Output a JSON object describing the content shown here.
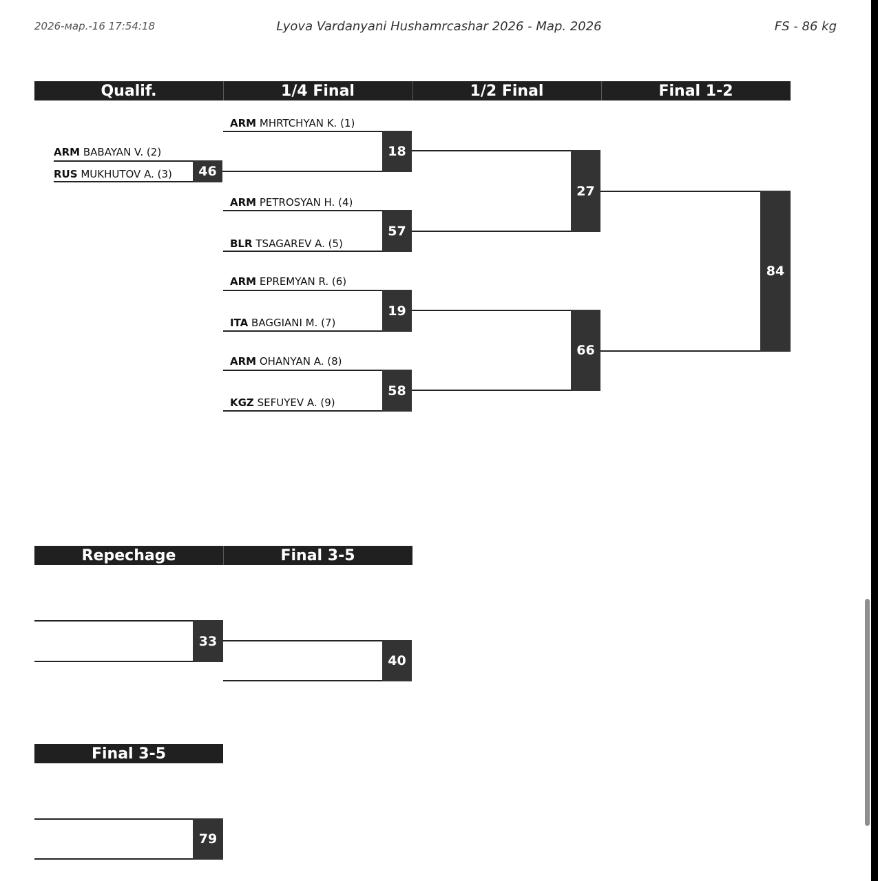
{
  "header": {
    "date": "2026-мар.-16 17:54:18",
    "title": "Lyova Vardanyani Hushamrcashar 2026 - Мар. 2026",
    "weight": "FS - 86 kg"
  },
  "main_columns": [
    "Qualif.",
    "1/4 Final",
    "1/2 Final",
    "Final 1-2"
  ],
  "wrestlers": [
    {
      "country": "ARM",
      "name": "MHRTCHYAN K. (1)"
    },
    {
      "country": "ARM",
      "name": "BABAYAN V. (2)"
    },
    {
      "country": "RUS",
      "name": "MUKHUTOV A. (3)"
    },
    {
      "country": "ARM",
      "name": "PETROSYAN H. (4)"
    },
    {
      "country": "BLR",
      "name": "TSAGAREV A. (5)"
    },
    {
      "country": "ARM",
      "name": "EPREMYAN R. (6)"
    },
    {
      "country": "ITA",
      "name": "BAGGIANI M. (7)"
    },
    {
      "country": "ARM",
      "name": "OHANYAN A. (8)"
    },
    {
      "country": "KGZ",
      "name": "SEFUYEV A. (9)"
    }
  ],
  "bouts": {
    "qualif": "46",
    "qf1": "18",
    "qf2": "57",
    "qf3": "19",
    "qf4": "58",
    "sf1": "27",
    "sf2": "66",
    "final": "84",
    "rep": "33",
    "f35a": "40",
    "f35b": "79"
  },
  "repechage_columns": [
    "Repechage",
    "Final 3-5"
  ],
  "final35_column": "Final 3-5"
}
